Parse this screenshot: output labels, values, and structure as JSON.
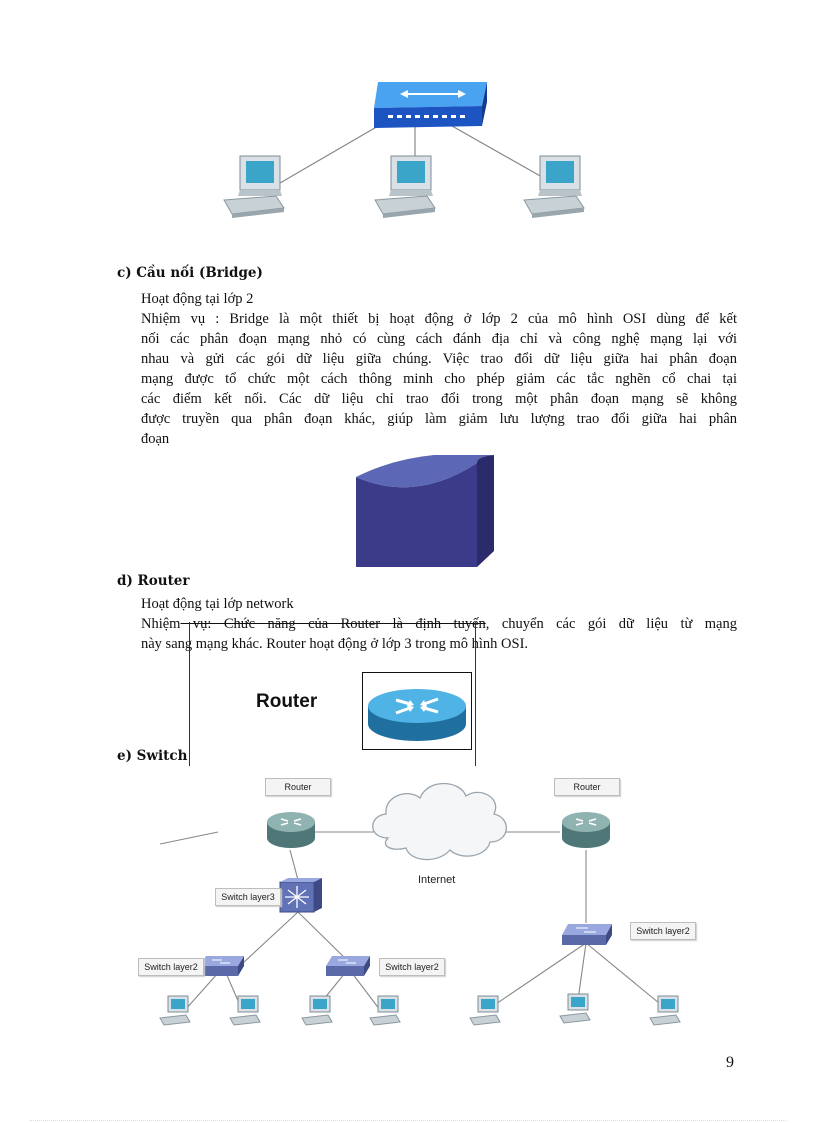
{
  "sections": {
    "bridge": {
      "heading": "c) Cầu nối (Bridge)",
      "lines": [
        "Hoạt động tại lớp 2",
        "Nhiệm vụ : Bridge là một thiết bị hoạt động ở lớp 2 của mô hình OSI dùng để kết",
        "nối các phân đoạn mạng nhỏ có cùng cách đánh địa chỉ và công nghệ mạng lại với",
        "nhau và gửi các gói dữ liệu giữa chúng. Việc trao đổi dữ liệu giữa hai phân đoạn",
        "mạng được tổ chức một cách thông minh cho phép giảm các tắc nghẽn cổ chai tại",
        "các điểm kết nối. Các dữ liệu chỉ trao đổi trong một phân đoạn mạng sẽ không",
        "được truyền qua phân đoạn khác, giúp làm giảm lưu lượng trao đổi giữa hai phân",
        "đoạn"
      ]
    },
    "router": {
      "heading": "d) Router",
      "line1": "Hoạt động tại lớp network",
      "line2_prefix": "Nhiệm",
      "line2_struck": " vụ: Chức năng của Router là định tuyến",
      "line2_suffix": ", chuyển các gói dữ liệu từ mạng",
      "line3": "này sang mạng khác. Router hoạt động ở lớp 3 trong mô hình OSI.",
      "caption": "Router"
    },
    "switch": {
      "heading": "e) Switch"
    }
  },
  "diagram": {
    "labels": {
      "router_left": "Router",
      "router_right": "Router",
      "internet": "Internet",
      "switch_l3": "Switch layer3",
      "switch_l2_left": "Switch layer2",
      "switch_l2_mid": "Switch layer2",
      "switch_l2_right": "Switch layer2"
    }
  },
  "page_number": "9",
  "colors": {
    "hub_blue": "#1f5fd0",
    "bridge_navy": "#3b3b8a",
    "router_teal": "#3a9ccf",
    "device_gray": "#6f8f8f",
    "switch_slate": "#5a6aa8"
  }
}
